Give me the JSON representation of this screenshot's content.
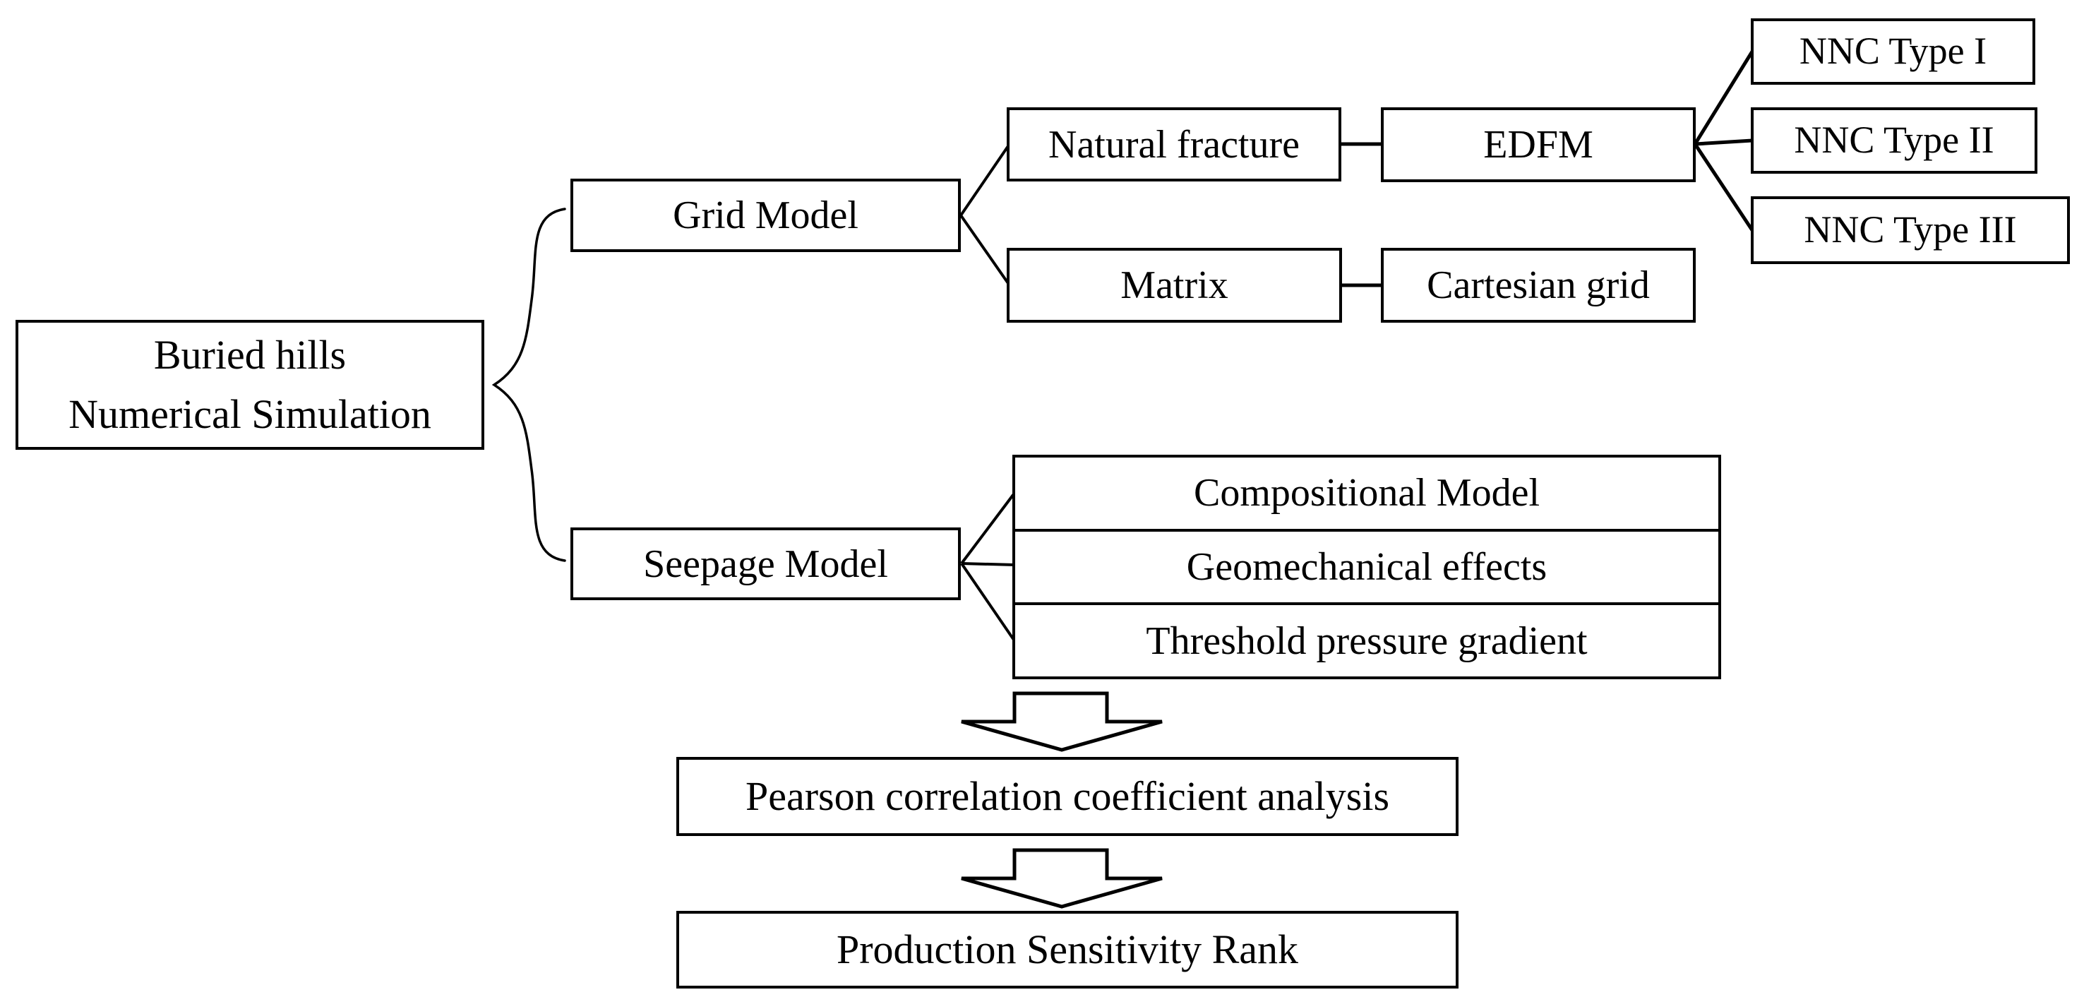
{
  "colors": {
    "line": "#000000",
    "background": "#ffffff",
    "box_fill": "#ffffff",
    "text": "#000000"
  },
  "diagram": {
    "root": {
      "label": "Buried hills\nNumerical Simulation"
    },
    "grid_branch": {
      "grid_model": "Grid Model",
      "natural_fracture": "Natural fracture",
      "edfm": "EDFM",
      "nnc_types": [
        "NNC Type I",
        "NNC Type II",
        "NNC Type III"
      ],
      "matrix": "Matrix",
      "cartesian_grid": "Cartesian grid"
    },
    "seepage_branch": {
      "seepage_model": "Seepage Model",
      "components": [
        "Compositional Model",
        "Geomechanical effects",
        "Threshold pressure gradient"
      ]
    },
    "analysis": {
      "pearson": "Pearson correlation coefficient analysis",
      "rank": "Production Sensitivity Rank"
    }
  }
}
